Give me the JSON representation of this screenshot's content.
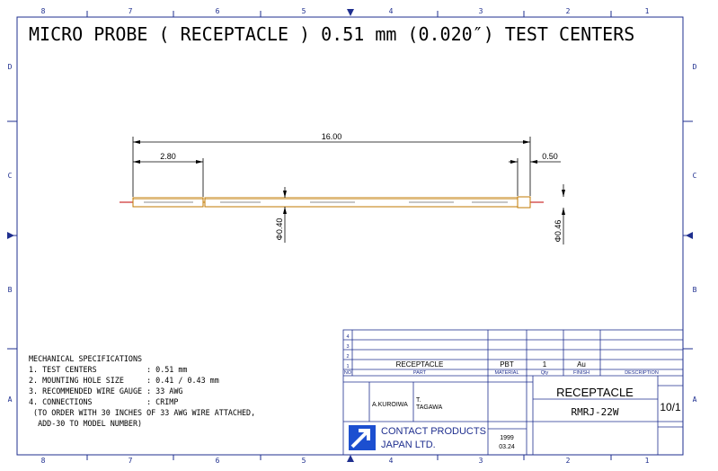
{
  "drawing": {
    "title": "MICRO PROBE ( RECEPTACLE ) 0.51 mm (0.020″) TEST CENTERS",
    "dimensions": {
      "overall_length": "16.00",
      "sleeve_length": "2.80",
      "tip_length": "0.50",
      "body_diameter": "Φ0.40",
      "tip_diameter": "Φ0.46"
    }
  },
  "frame": {
    "top_columns": [
      "8",
      "7",
      "6",
      "5",
      "4",
      "3",
      "2",
      "1"
    ],
    "bottom_columns": [
      "8",
      "7",
      "6",
      "5",
      "4",
      "3",
      "2",
      "1"
    ],
    "left_rows": [
      "D",
      "C",
      "B",
      "A"
    ],
    "right_rows": [
      "D",
      "C",
      "B",
      "A"
    ]
  },
  "specs": {
    "heading": "MECHANICAL SPECIFICATIONS",
    "lines": [
      "1. TEST CENTERS           : 0.51 mm",
      "2. MOUNTING HOLE SIZE     : 0.41 / 0.43 mm",
      "3. RECOMMENDED WIRE GAUGE : 33 AWG",
      "4. CONNECTIONS            : CRIMP",
      " (TO ORDER WITH 30 INCHES OF 33 AWG WIRE ATTACHED,",
      "  ADD-30 TO MODEL NUMBER)"
    ]
  },
  "title_block": {
    "parts_rows": [
      "4",
      "3",
      "2",
      "1"
    ],
    "part_row": {
      "part": "RECEPTACLE",
      "material": "PBT",
      "qty": "1",
      "finish": "Au"
    },
    "headers": {
      "no": "NO",
      "part": "PART",
      "material": "MATERIAL",
      "qty": "Qty",
      "finish": "FINISH",
      "description": "DESCRIPTION"
    },
    "drafter": "A.KUROIWA",
    "checker_line1": "T.",
    "checker_line2": "TAGAWA",
    "product_name": "RECEPTACLE",
    "model_number": "RMRJ-22W",
    "scale": "10/1",
    "company_line1": "CONTACT PRODUCTS",
    "company_line2": "JAPAN LTD.",
    "date_year": "1999",
    "date_md": "03.24"
  }
}
